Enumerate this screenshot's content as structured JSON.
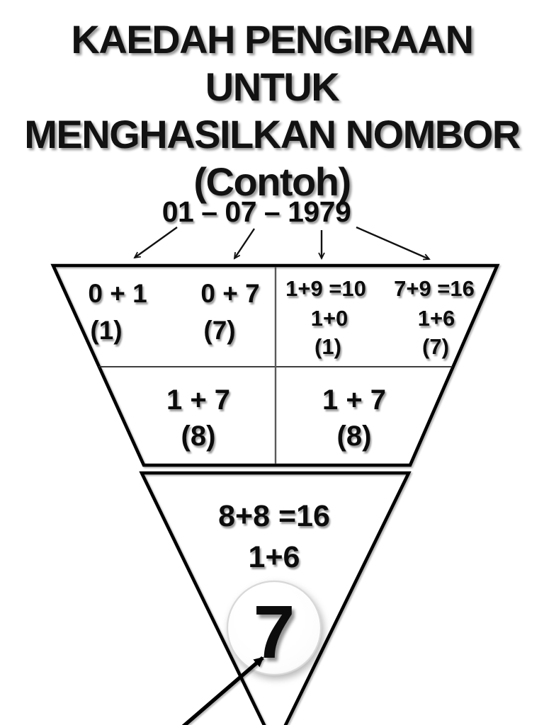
{
  "title": {
    "line1": "KAEDAH PENGIRAAN UNTUK",
    "line2": "MENGHASILKAN NOMBOR",
    "line3": "(Contoh)"
  },
  "date": {
    "value": "01 – 07 – 1979"
  },
  "funnel": {
    "row1": {
      "left_col1": {
        "expr": "0 + 1",
        "result": "(1)"
      },
      "left_col2": {
        "expr": "0 + 7",
        "result": "(7)"
      },
      "right_col1": {
        "sum": "1+9 =10",
        "reduce": "1+0",
        "result": "(1)"
      },
      "right_col2": {
        "sum": "7+9 =16",
        "reduce": "1+6",
        "result": "(7)"
      }
    },
    "row2": {
      "left": {
        "expr": "1 + 7",
        "result": "(8)"
      },
      "right": {
        "expr": "1 + 7",
        "result": "(8)"
      }
    },
    "apex": {
      "sum": "8+8 =16",
      "reduce": "1+6",
      "final_number": "7"
    }
  },
  "colors": {
    "background": "#ffffff",
    "ink": "#0c0c0c",
    "outline": "#000000",
    "divider": "#5a5a5a",
    "circle_ring": "#d8d8d8"
  }
}
